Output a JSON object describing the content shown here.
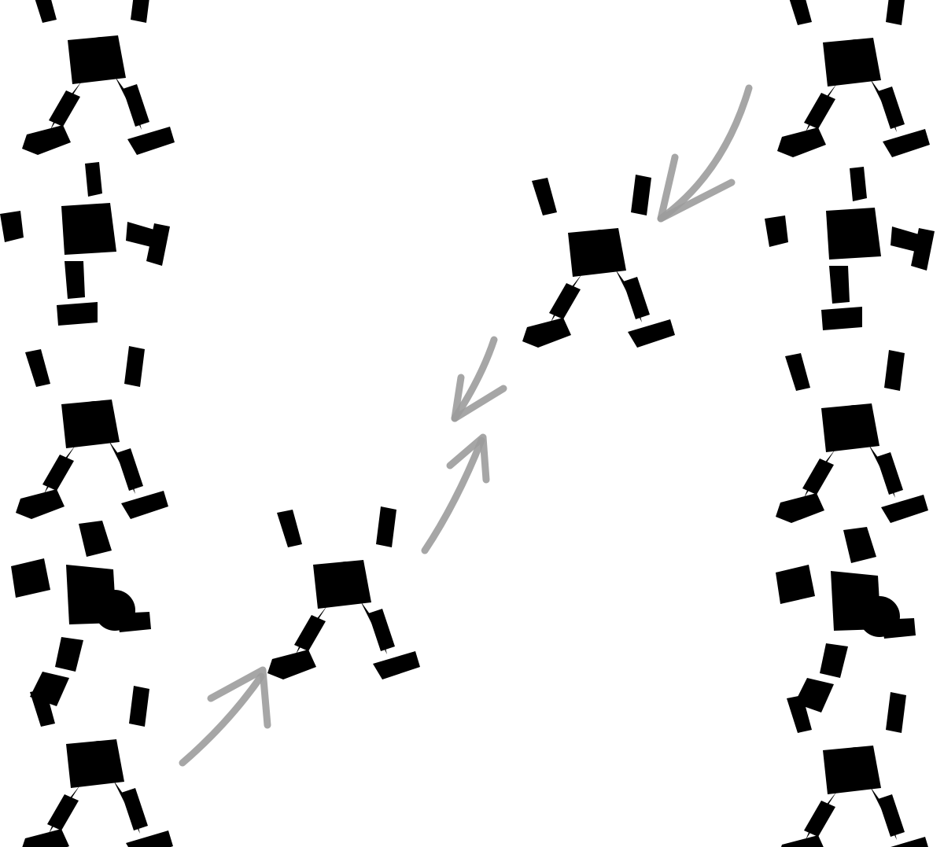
{
  "diagram": {
    "columns": [
      {
        "name": "left",
        "poses": [
          {
            "pose": "x-stance",
            "shade": "dark"
          },
          {
            "pose": "arms-horizontal",
            "shade": "dark"
          },
          {
            "pose": "x-stance",
            "shade": "dark"
          },
          {
            "pose": "pinwheel",
            "shade": "dark"
          },
          {
            "pose": "x-stance",
            "shade": "faded"
          }
        ]
      },
      {
        "name": "right",
        "poses": [
          {
            "pose": "x-stance",
            "shade": "faded"
          },
          {
            "pose": "arms-horizontal",
            "shade": "dark"
          },
          {
            "pose": "x-stance",
            "shade": "dark"
          },
          {
            "pose": "pinwheel",
            "shade": "dark"
          },
          {
            "pose": "x-stance",
            "shade": "dark"
          }
        ]
      }
    ],
    "transition_poses": [
      {
        "pose": "x-stance",
        "shade": "dark"
      },
      {
        "pose": "x-stance",
        "shade": "dark"
      }
    ],
    "arrows": [
      {
        "from": "left-pose-5",
        "to": "transition-1"
      },
      {
        "from": "transition-1",
        "to": "meeting-point"
      },
      {
        "from": "right-pose-1",
        "to": "transition-2"
      },
      {
        "from": "transition-2",
        "to": "meeting-point"
      }
    ],
    "colors": {
      "dark_stroke": "#4a4a4a",
      "dark_fill": "#9a9a9a",
      "faded_stroke": "#b8b8b8",
      "faded_fill": "#e2e2e2",
      "arrow": "#9c9c9c"
    }
  }
}
